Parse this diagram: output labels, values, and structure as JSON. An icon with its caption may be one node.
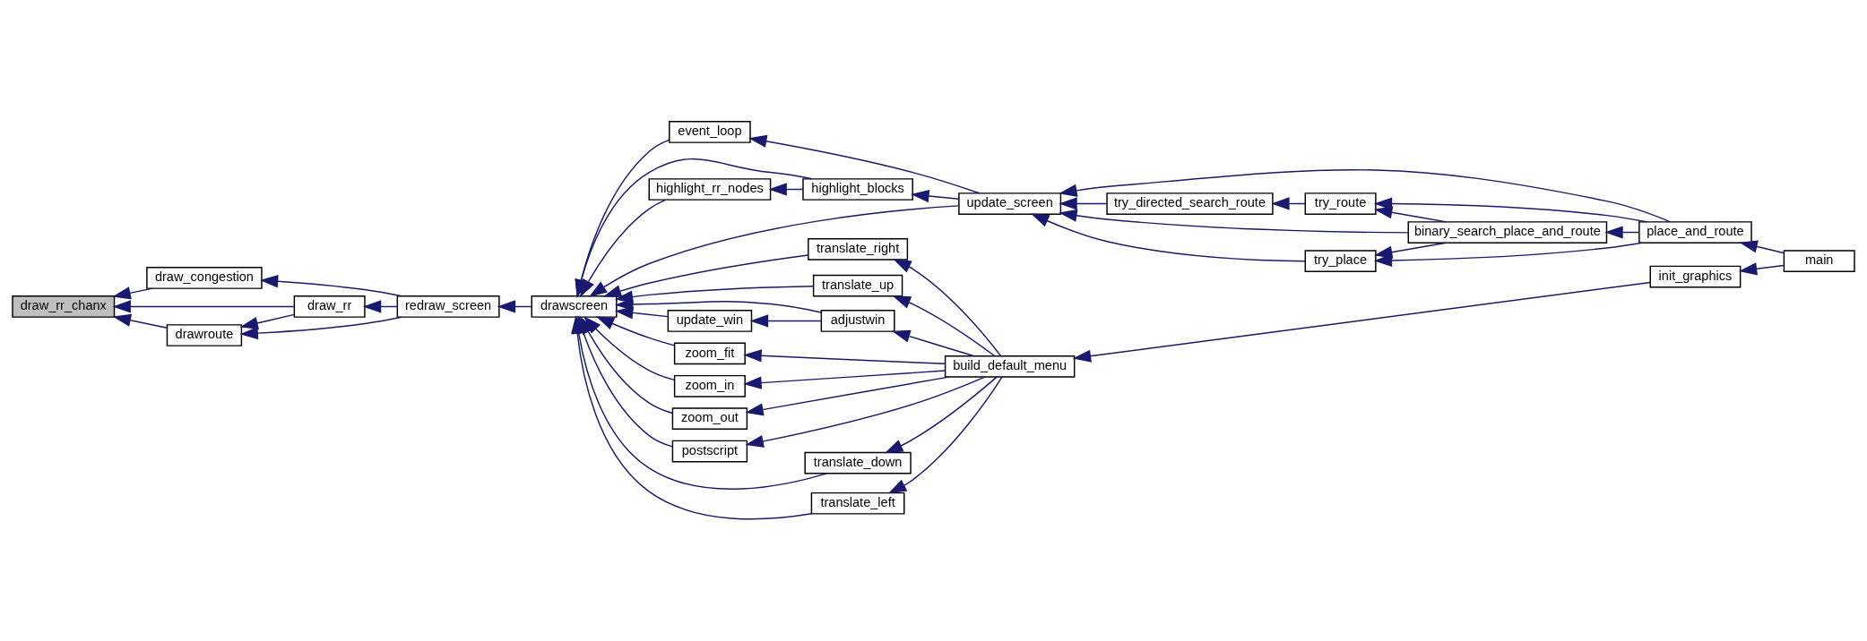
{
  "diagram": {
    "nodes": [
      {
        "text": [
          "draw_rr_chanx"
        ]
      },
      {
        "text": [
          "draw_congestion"
        ]
      },
      {
        "text": [
          "draw_rr"
        ]
      },
      {
        "text": [
          "drawroute"
        ]
      },
      {
        "text": [
          "redraw_screen"
        ]
      },
      {
        "text": [
          "drawscreen"
        ]
      },
      {
        "text": [
          "event_loop"
        ]
      },
      {
        "text": [
          "highlight_blocks"
        ]
      },
      {
        "text": [
          "highlight_rr_nodes"
        ]
      },
      {
        "text": [
          "update_win"
        ]
      },
      {
        "text": [
          "zoom_fit"
        ]
      },
      {
        "text": [
          "zoom_in"
        ]
      },
      {
        "text": [
          "zoom_out"
        ]
      },
      {
        "text": [
          "postscript"
        ]
      },
      {
        "text": [
          "translate_down"
        ]
      },
      {
        "text": [
          "translate_left"
        ]
      },
      {
        "text": [
          "translate_right"
        ]
      },
      {
        "text": [
          "translate_up"
        ]
      },
      {
        "text": [
          "adjustwin"
        ]
      },
      {
        "text": [
          "update_screen"
        ]
      },
      {
        "text": [
          "build_default_menu"
        ]
      },
      {
        "text": [
          "try_directed_search_route"
        ]
      },
      {
        "text": [
          "try_place"
        ]
      },
      {
        "text": [
          "try_route"
        ]
      },
      {
        "text": [
          "binary_search_place_and_route"
        ]
      },
      {
        "text": [
          "init_graphics"
        ]
      },
      {
        "text": [
          "place_and_route"
        ]
      },
      {
        "text": [
          "main"
        ]
      }
    ],
    "edges": [
      {
        "from": 1,
        "to": 0,
        "arrow": "to"
      },
      {
        "from": 2,
        "to": 0,
        "arrow": "to"
      },
      {
        "from": 3,
        "to": 0,
        "arrow": "to"
      },
      {
        "from": 4,
        "to": 1,
        "arrow": "to"
      },
      {
        "from": 2,
        "to": 3,
        "arrow": "to"
      },
      {
        "from": 4,
        "to": 2,
        "arrow": "to"
      },
      {
        "from": 4,
        "to": 3,
        "arrow": "to"
      },
      {
        "from": 5,
        "to": 4,
        "arrow": "to"
      },
      {
        "from": 6,
        "to": 5,
        "arrow": "to"
      },
      {
        "from": 19,
        "to": 5,
        "arrow": "to"
      },
      {
        "from": 7,
        "to": 5,
        "arrow": "to"
      },
      {
        "from": 8,
        "to": 5,
        "arrow": "to"
      },
      {
        "from": 18,
        "to": 5,
        "arrow": "to"
      },
      {
        "from": 9,
        "to": 5,
        "arrow": "to"
      },
      {
        "from": 10,
        "to": 5,
        "arrow": "to"
      },
      {
        "from": 11,
        "to": 5,
        "arrow": "to"
      },
      {
        "from": 12,
        "to": 5,
        "arrow": "to"
      },
      {
        "from": 13,
        "to": 5,
        "arrow": "to"
      },
      {
        "from": 14,
        "to": 5,
        "arrow": "to"
      },
      {
        "from": 15,
        "to": 5,
        "arrow": "to"
      },
      {
        "from": 16,
        "to": 5,
        "arrow": "to"
      },
      {
        "from": 17,
        "to": 5,
        "arrow": "to"
      },
      {
        "from": 19,
        "to": 6,
        "arrow": "to"
      },
      {
        "from": 19,
        "to": 7,
        "arrow": "to"
      },
      {
        "from": 7,
        "to": 8,
        "arrow": "to"
      },
      {
        "from": 18,
        "to": 9,
        "arrow": "to"
      },
      {
        "from": 20,
        "to": 10,
        "arrow": "to"
      },
      {
        "from": 20,
        "to": 11,
        "arrow": "to"
      },
      {
        "from": 20,
        "to": 12,
        "arrow": "to"
      },
      {
        "from": 20,
        "to": 13,
        "arrow": "to"
      },
      {
        "from": 20,
        "to": 14,
        "arrow": "to"
      },
      {
        "from": 20,
        "to": 15,
        "arrow": "to"
      },
      {
        "from": 20,
        "to": 16,
        "arrow": "to"
      },
      {
        "from": 20,
        "to": 17,
        "arrow": "to"
      },
      {
        "from": 20,
        "to": 18,
        "arrow": "to"
      },
      {
        "from": 21,
        "to": 19,
        "arrow": "to"
      },
      {
        "from": 24,
        "to": 19,
        "arrow": "to"
      },
      {
        "from": 22,
        "to": 19,
        "arrow": "to"
      },
      {
        "from": 26,
        "to": 19,
        "arrow": "to"
      },
      {
        "from": 25,
        "to": 20,
        "arrow": "to"
      },
      {
        "from": 23,
        "to": 21,
        "arrow": "to"
      },
      {
        "from": 24,
        "to": 22,
        "arrow": "to"
      },
      {
        "from": 26,
        "to": 22,
        "arrow": "to"
      },
      {
        "from": 24,
        "to": 23,
        "arrow": "to"
      },
      {
        "from": 26,
        "to": 23,
        "arrow": "to"
      },
      {
        "from": 26,
        "to": 24,
        "arrow": "to"
      },
      {
        "from": 27,
        "to": 25,
        "arrow": "to"
      },
      {
        "from": 27,
        "to": 26,
        "arrow": "to"
      }
    ]
  }
}
